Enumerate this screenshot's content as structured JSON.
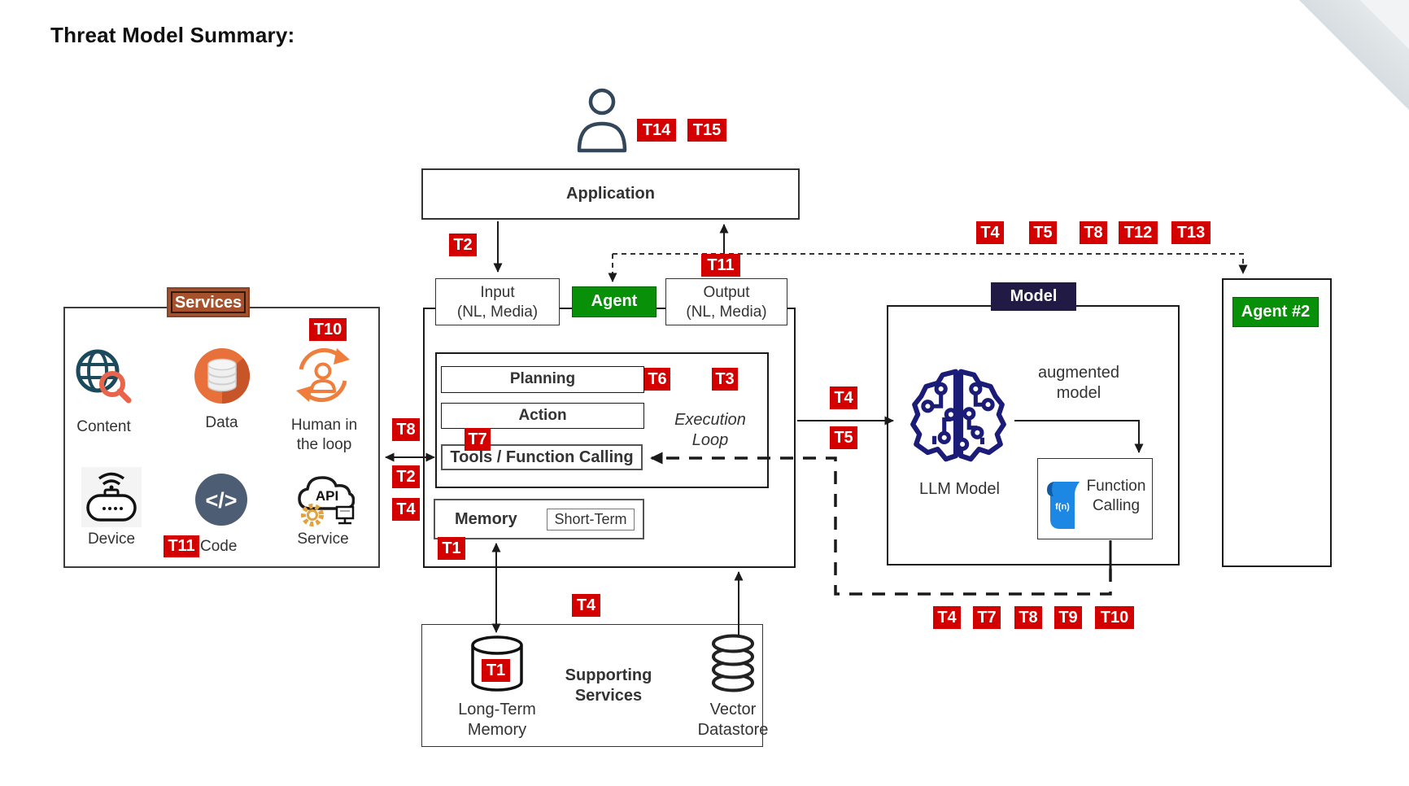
{
  "title": "Threat Model Summary:",
  "colors": {
    "badge_red": "#d40000",
    "agent_green": "#089008",
    "model_navy": "#211a44",
    "services_brown": "#a6512c",
    "brain_blue": "#1b1b78",
    "scroll_blue": "#1d87e4",
    "icon_orange": "#ef7d3b",
    "icon_teal": "#1a4a5c",
    "icon_slate": "#4d5d73",
    "icon_gold": "#e2a33c"
  },
  "user": {
    "icon": "person-icon"
  },
  "application": {
    "label": "Application"
  },
  "io": {
    "input_line1": "Input",
    "input_line2": "(NL, Media)",
    "agent_label": "Agent",
    "output_line1": "Output",
    "output_line2": "(NL, Media)"
  },
  "services": {
    "header": "Services",
    "items": [
      {
        "label": "Content",
        "icon": "globe-search-icon"
      },
      {
        "label": "Data",
        "icon": "database-icon"
      },
      {
        "label": "Human in the loop",
        "icon": "human-in-the-loop-icon"
      },
      {
        "label": "Device",
        "icon": "smart-device-icon"
      },
      {
        "label": "Code",
        "icon": "code-icon"
      },
      {
        "label": "Service",
        "icon": "api-service-icon"
      }
    ]
  },
  "agent": {
    "planning": "Planning",
    "action": "Action",
    "execution_line1": "Execution",
    "execution_line2": "Loop",
    "tools": "Tools / Function Calling",
    "memory": "Memory",
    "short_term": "Short-Term"
  },
  "model": {
    "header": "Model",
    "llm_label": "LLM Model",
    "augmented_line1": "augmented",
    "augmented_line2": "model",
    "function_line1": "Function",
    "function_line2": "Calling",
    "fn_icon_text": "f(n)"
  },
  "agent2": {
    "header": "Agent #2"
  },
  "supporting": {
    "header_line1": "Supporting",
    "header_line2": "Services",
    "ltm_line1": "Long-Term",
    "ltm_line2": "Memory",
    "vector_line1": "Vector",
    "vector_line2": "Datastore"
  },
  "badges": {
    "t14": "T14",
    "t15": "T15",
    "t2_app": "T2",
    "t11_output": "T11",
    "t4_top": "T4",
    "t5_top": "T5",
    "t8_top": "T8",
    "t12_top": "T12",
    "t13_top": "T13",
    "t10_hitl": "T10",
    "t11_code": "T11",
    "t8_services": "T8",
    "t2_services": "T2",
    "t4_services": "T4",
    "t6_planning": "T6",
    "t3_loop": "T3",
    "t7_tools": "T7",
    "t1_memory": "T1",
    "t4_model": "T4",
    "t5_model": "T5",
    "t4_supporting": "T4",
    "t1_ltm": "T1",
    "t4_feedback": "T4",
    "t7_feedback": "T7",
    "t8_feedback": "T8",
    "t9_feedback": "T9",
    "t10_feedback": "T10"
  }
}
